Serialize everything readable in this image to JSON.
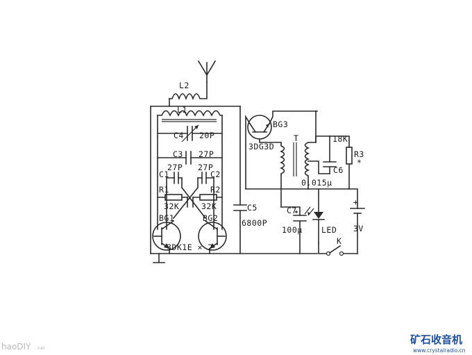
{
  "labels": {
    "L2": "L2",
    "L1": "L1",
    "C4": "C4",
    "C4_value": "20P",
    "C3": "C3",
    "C3_value": "27P",
    "C1": "C1",
    "C1_value": "27P",
    "C2": "C2",
    "C2_value": "27P",
    "R1": "R1",
    "R1_value": "32K",
    "R2": "R2",
    "R2_value": "32K",
    "BG1": "BG1",
    "BG2": "BG2",
    "BG12_part": "3DK1E × 2",
    "BG3": "BG3",
    "BG3_part": "3DG3D",
    "T": "T",
    "C5": "C5",
    "C5_value": "6800P",
    "C6": "C6",
    "C6_value": "0.015μ",
    "R3": "R3",
    "R3_value": "18K",
    "R3_mark": "*",
    "C7": "C7",
    "C7_value": "100μ",
    "LED": "LED",
    "K": "K",
    "battery_value": "3V",
    "battery_plus": "+"
  },
  "watermarks": {
    "left": "haoDIY",
    "left_suffix": ".net",
    "right": "矿石收音机",
    "right_url": "www.crystalradio.cn"
  }
}
